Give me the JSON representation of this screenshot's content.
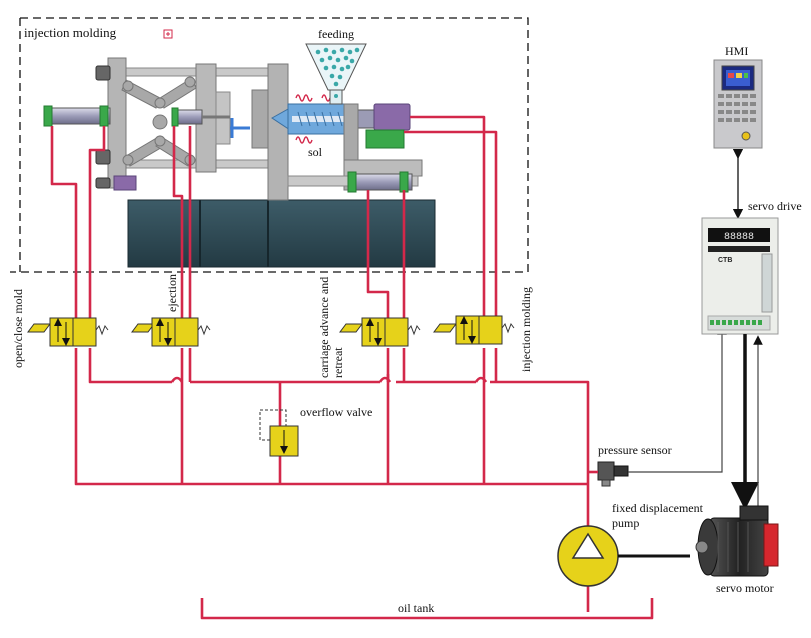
{
  "labels": {
    "injection_molding_box": "injection molding",
    "feeding": "feeding",
    "sol": "sol",
    "hmi": "HMI",
    "servo_drive": "servo drive",
    "drive_brand": "CTB",
    "drive_display": "88888",
    "open_close_mold": "open/close mold",
    "ejection": "ejection",
    "carriage_line1": "carriage advance and",
    "carriage_line2": "retreat",
    "injection_molding_valve": "injection molding",
    "overflow_valve": "overflow valve",
    "pressure_sensor": "pressure sensor",
    "pump_line1": "fixed displacement",
    "pump_line2": "pump",
    "servo_motor": "servo motor",
    "oil_tank": "oil tank"
  },
  "colors": {
    "hydraulic_line": "#d3284a",
    "valve_fill": "#e6d21a",
    "frame_gray": "#9a9a9a",
    "bed_teal": "#2f4b55",
    "cylinder_green": "#3aa84a",
    "purple": "#8a6aa8",
    "barrel_blue": "#6fa8dc"
  }
}
